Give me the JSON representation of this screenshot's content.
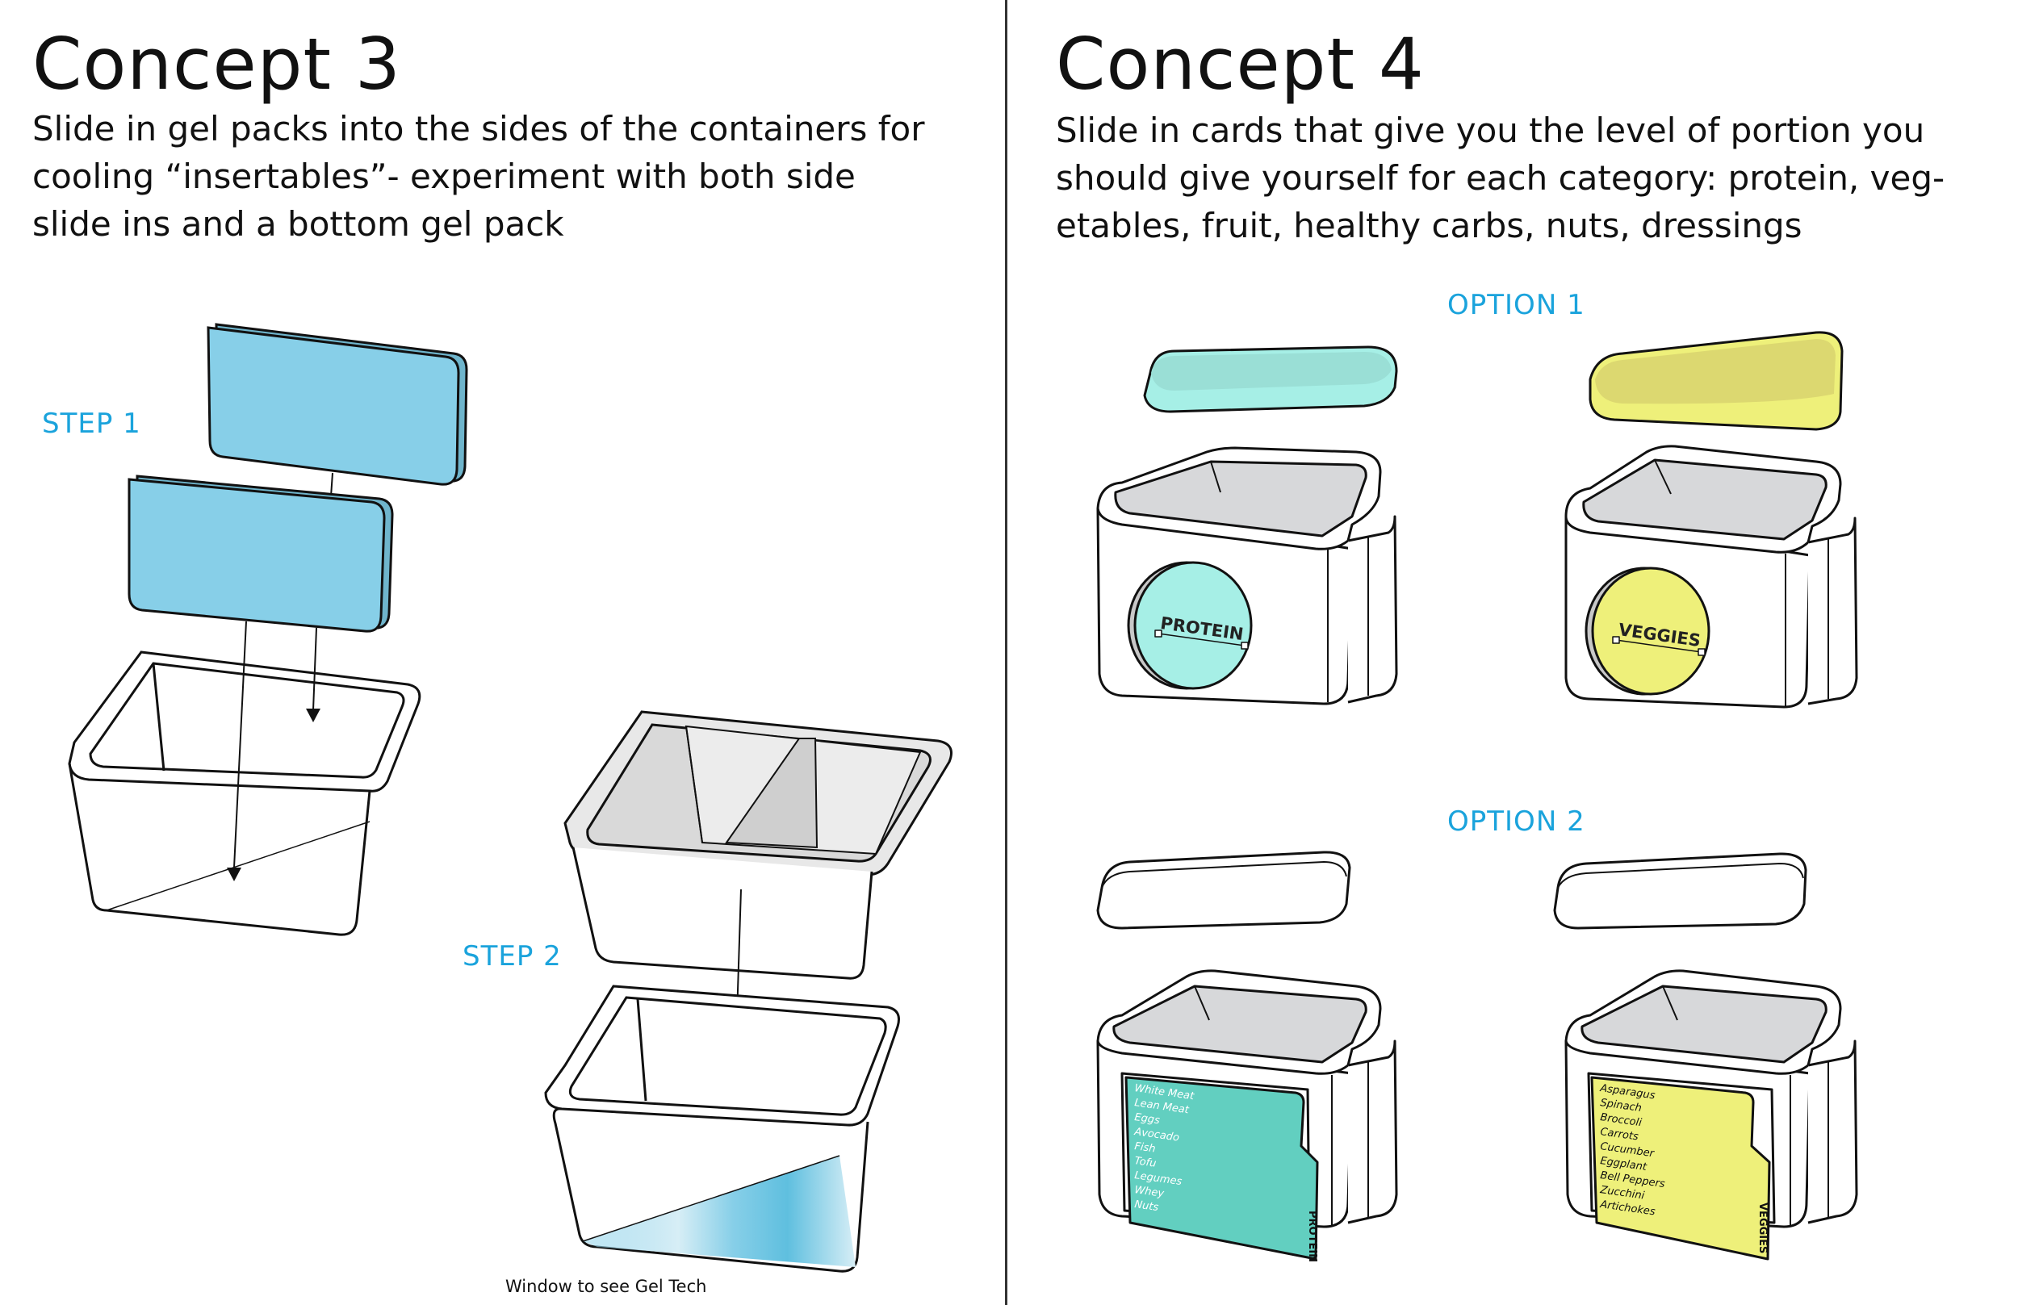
{
  "concept3": {
    "title": "Concept 3",
    "description": [
      "Slide in gel packs into the sides of the containers for",
      "cooling “insertables”- experiment with both side",
      "slide ins and a bottom gel pack"
    ],
    "step1": "STEP 1",
    "step2": "STEP 2",
    "window_caption": "Window to see Gel Tech"
  },
  "concept4": {
    "title": "Concept 4",
    "description": [
      "Slide in cards that give you the level of portion you",
      "should give yourself for each category: protein, veg-",
      "etables, fruit, healthy carbs, nuts, dressings"
    ],
    "option1": "OPTION 1",
    "option2": "OPTION 2",
    "protein_label": "PROTEIN",
    "veggies_label": "VEGGIES",
    "protein_tab": "PROTEIN",
    "veggies_tab": "VEGGIES",
    "protein_list": [
      "White Meat",
      "Lean Meat",
      "Eggs",
      "Avocado",
      "Fish",
      "Tofu",
      "Legumes",
      "Whey",
      "Nuts"
    ],
    "veggies_list": [
      "Asparagus",
      "Spinach",
      "Broccoli",
      "Carrots",
      "Cucumber",
      "Eggplant",
      "Bell Peppers",
      "Zucchini",
      "Artichokes"
    ]
  },
  "colors": {
    "accent_text": "#1aa3dc",
    "gel_pack": "#87cfe8",
    "protein": "#a6efe6",
    "protein_card": "#62cfc0",
    "veggies": "#eef07a"
  }
}
